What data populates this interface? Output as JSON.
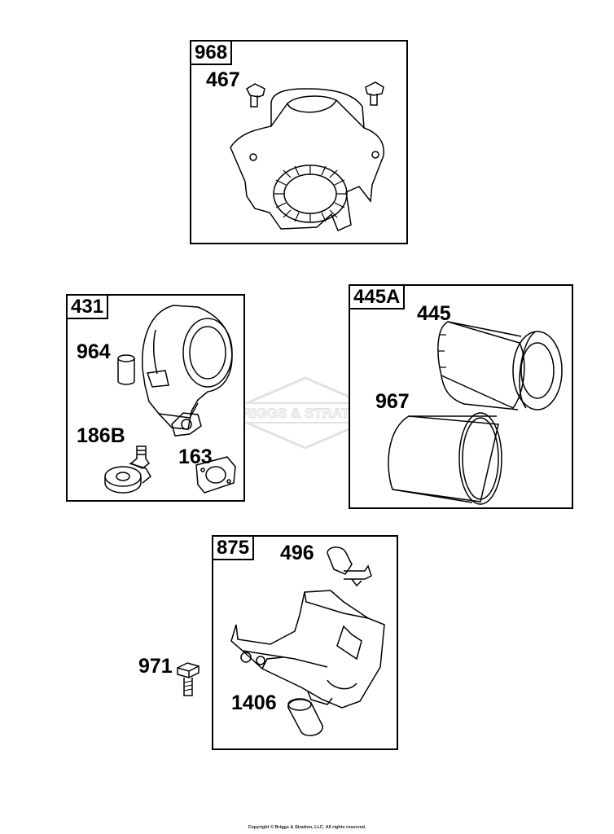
{
  "watermark": {
    "brand": "BRIGGS & STRATTON"
  },
  "frames": {
    "f968": {
      "tag": "968",
      "parts": [
        "467"
      ]
    },
    "f431": {
      "tag": "431",
      "parts": [
        "964",
        "186B",
        "163"
      ]
    },
    "f445A": {
      "tag": "445A",
      "parts": [
        "445",
        "967"
      ]
    },
    "f875": {
      "tag": "875",
      "parts": [
        "496",
        "971",
        "1406"
      ]
    }
  },
  "footer": {
    "copyright": "Copyright © Briggs & Stratton, LLC. All rights reserved."
  },
  "colors": {
    "line": "#000000",
    "watermark": "#e4e4e4",
    "background": "#ffffff"
  }
}
